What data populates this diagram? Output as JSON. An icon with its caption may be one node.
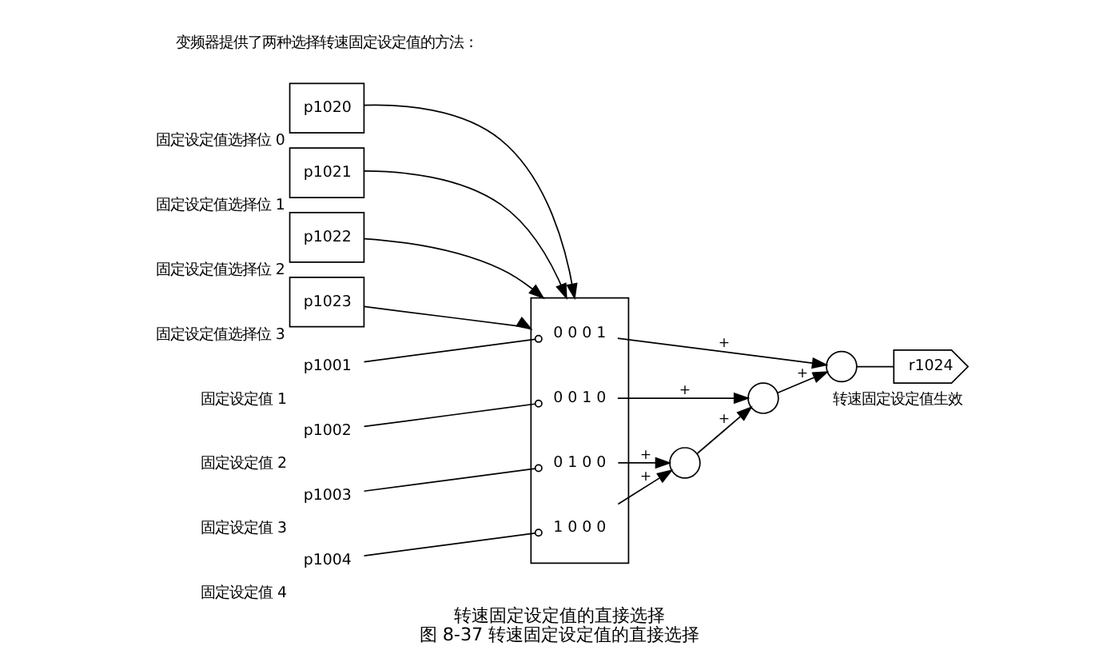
{
  "diagram": {
    "title": "转速固定设定值的直接选择",
    "caption": "图 8-37 转速固定设定值的直接选择",
    "nodes": [
      {
        "text": [
          "p1020"
        ],
        "beside": [
          "固定设定值选择位 0"
        ]
      },
      {
        "text": [
          "p1021"
        ],
        "beside": [
          "固定设定值选择位 1"
        ]
      },
      {
        "text": [
          "p1022"
        ],
        "beside": [
          "固定设定值选择位 2"
        ]
      },
      {
        "text": [
          "p1023"
        ],
        "beside": [
          "固定设定值选择位 3"
        ]
      },
      {
        "text": [],
        "shape": "box"
      },
      {
        "text": [
          "0 0 0 1"
        ],
        "in": 4
      },
      {
        "text": [
          "0 0 1 0"
        ],
        "in": 4
      },
      {
        "text": [
          "0 1 0 0"
        ],
        "in": 4
      },
      {
        "text": [
          "1 0 0 0"
        ],
        "in": 4
      },
      {
        "text": [
          "p1001"
        ],
        "beside": [
          "固定设定值 1"
        ]
      },
      {
        "text": [
          "p1002"
        ],
        "beside": [
          "固定设定值 2"
        ]
      },
      {
        "text": [
          "p1003"
        ],
        "beside": [
          "固定设定值 3"
        ]
      },
      {
        "text": [
          "p1004"
        ],
        "beside": [
          "固定设定值 4"
        ]
      },
      {
        "text": [],
        "shape": "circle"
      },
      {
        "text": [],
        "shape": "circle"
      },
      {
        "text": [],
        "shape": "circle"
      },
      {
        "text": [
          "r1024"
        ],
        "beside": [
          "转速固定设定值生效"
        ]
      }
    ],
    "edges": [
      {
        "from": 0,
        "to": 4,
        "arrow": "to"
      },
      {
        "from": 1,
        "to": 4,
        "arrow": "to"
      },
      {
        "from": 2,
        "to": 4,
        "arrow": "to"
      },
      {
        "from": 3,
        "to": 4,
        "arrow": "to"
      },
      {
        "from": 9,
        "to": 5,
        "arrow": "other"
      },
      {
        "from": 10,
        "to": 6,
        "arrow": "other"
      },
      {
        "from": 11,
        "to": 7,
        "arrow": "other"
      },
      {
        "from": 12,
        "to": 8,
        "arrow": "other"
      },
      {
        "from": 7,
        "to": 13,
        "arrow": "to",
        "label": "+"
      },
      {
        "from": 8,
        "to": 13,
        "arrow": "to",
        "label": "+"
      },
      {
        "from": 6,
        "to": 14,
        "arrow": "to",
        "label": "+"
      },
      {
        "from": 13,
        "to": 14,
        "arrow": "to",
        "label": "+"
      },
      {
        "from": 5,
        "to": 15,
        "arrow": "to",
        "label": "+"
      },
      {
        "from": 14,
        "to": 15,
        "arrow": "to",
        "label": "+"
      },
      {
        "from": 15,
        "to": 16,
        "arrow": "none"
      }
    ],
    "labels": [
      "变频器提供了两种选择转速固定设定值的方法："
    ]
  }
}
